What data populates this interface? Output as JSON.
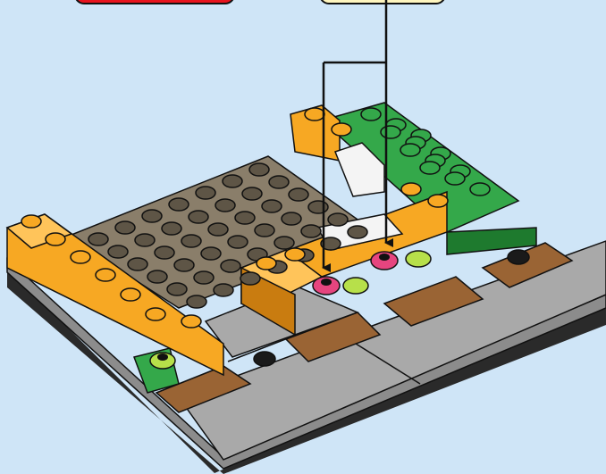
{
  "scene": {
    "background": "#cfe5f7",
    "colors": {
      "callout_red": "#e8141e",
      "callout_yellow": "#fff6bf",
      "arrow": "#111111",
      "orange": "#f7a823",
      "orange_dark": "#c97c10",
      "tan": "#8a7e6a",
      "tan_dark": "#5e5546",
      "green": "#34a84a",
      "green_dark": "#1e7a2e",
      "light_green": "#b7e04a",
      "pink": "#e6457f",
      "grey": "#a9a9a9",
      "grey_dark": "#7a7a7a",
      "brown": "#9a6434",
      "white": "#f4f4f4",
      "black": "#1a1a1a"
    },
    "elements": [
      "red-callout-tab",
      "yellow-callout-tab",
      "placement-arrows",
      "baseplate",
      "orange-brick-wall",
      "tan-stud-plate",
      "green-lawn-plate",
      "white-bench-slopes",
      "pink-flower-studs",
      "light-green-plant-studs",
      "grey-road-tiles",
      "brown-path-tiles"
    ]
  }
}
